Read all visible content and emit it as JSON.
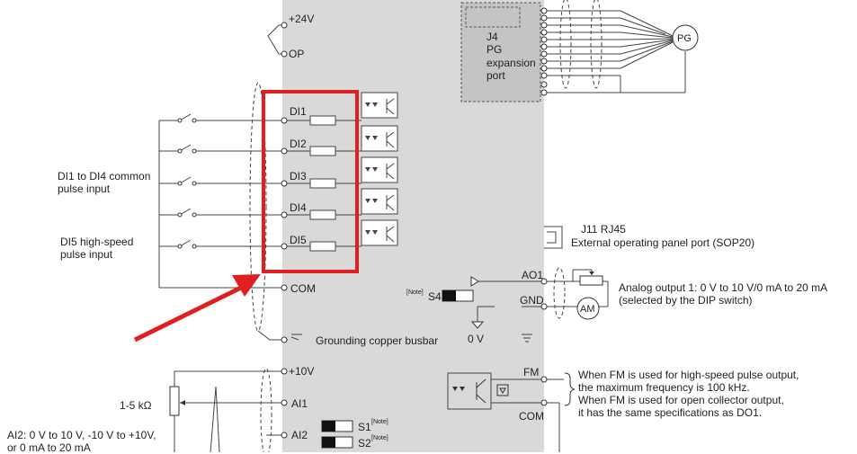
{
  "terminals": {
    "p24v": "+24V",
    "op": "OP",
    "di1": "DI1",
    "di2": "DI2",
    "di3": "DI3",
    "di4": "DI4",
    "di5": "DI5",
    "com_left": "COM",
    "p10v": "+10V",
    "ai1": "AI1",
    "ai2": "AI2",
    "ao1": "AO1",
    "gnd": "GND",
    "fm": "FM",
    "com_right": "COM"
  },
  "pg": {
    "j4": "J4",
    "line1": "PG",
    "line2": "expansion",
    "line3": "port",
    "encoder": "PG"
  },
  "left_notes": {
    "common_pulse_1": "DI1 to DI4 common",
    "common_pulse_2": "pulse input",
    "high_speed_1": "DI5 high-speed",
    "high_speed_2": "pulse input",
    "resistor": "1-5 kΩ",
    "ai2_note_1": "AI2: 0 V to 10 V, -10 V to +10V,",
    "ai2_note_2": "or 0 mA to 20 mA"
  },
  "center": {
    "grounding": "Grounding copper busbar",
    "note_tag": "[Note]",
    "s4": "S4",
    "zero_v": "0 V",
    "s1": "S1",
    "s2": "S2"
  },
  "right_notes": {
    "j11": "J11 RJ45",
    "panel_port": "External operating panel port (SOP20)",
    "ao_line1": "Analog output 1: 0 V to 10 V/0 mA to 20 mA",
    "ao_line2": "(selected by the DIP switch)",
    "am": "AM",
    "fm_line1": "When FM is used for high-speed pulse output,",
    "fm_line2": "the maximum frequency is 100 kHz.",
    "fm_line3": "When FM is used for open collector output,",
    "fm_line4": "it has the same specifications as DO1."
  },
  "colors": {
    "drive_body": "#d9d9d9",
    "pg_box": "#c4c4c4",
    "highlight": "#e02020",
    "wire": "#444444"
  }
}
